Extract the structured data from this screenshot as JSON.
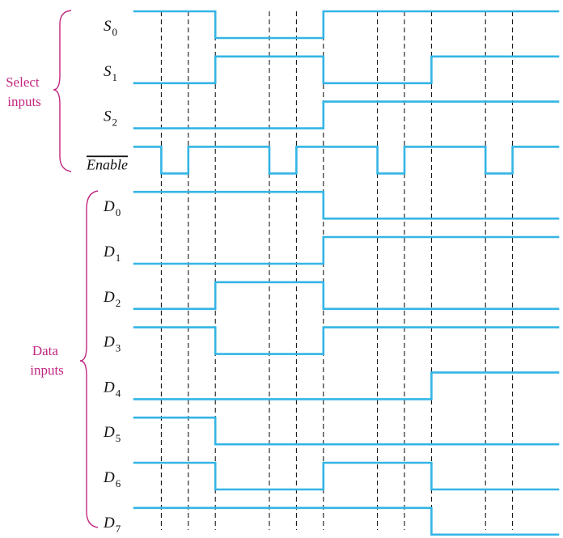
{
  "group_labels": {
    "select": [
      "Select",
      "inputs"
    ],
    "data": [
      "Data",
      "inputs"
    ]
  },
  "colors": {
    "waveform": "#33b5e5",
    "group_label": "#c2267f",
    "guide_lines": "#000000"
  },
  "signals": [
    {
      "id": "S0",
      "base": "S",
      "sub": "0",
      "group": "select",
      "transitions": [
        {
          "at": "start",
          "level": 1
        },
        {
          "at": 3,
          "level": 0
        },
        {
          "at": 7,
          "level": 1
        }
      ]
    },
    {
      "id": "S1",
      "base": "S",
      "sub": "1",
      "group": "select",
      "transitions": [
        {
          "at": "start",
          "level": 0
        },
        {
          "at": 3,
          "level": 1
        },
        {
          "at": 7,
          "level": 0
        },
        {
          "at": 11,
          "level": 1
        }
      ]
    },
    {
      "id": "S2",
      "base": "S",
      "sub": "2",
      "group": "select",
      "transitions": [
        {
          "at": "start",
          "level": 0
        },
        {
          "at": 7,
          "level": 1
        }
      ]
    },
    {
      "id": "Enable",
      "base": "Enable",
      "sub": "",
      "overline": true,
      "group": "select",
      "transitions": [
        {
          "at": "start",
          "level": 1
        },
        {
          "at": 1,
          "level": 0
        },
        {
          "at": 2,
          "level": 1
        },
        {
          "at": 5,
          "level": 0
        },
        {
          "at": 6,
          "level": 1
        },
        {
          "at": 9,
          "level": 0
        },
        {
          "at": 10,
          "level": 1
        },
        {
          "at": 13,
          "level": 0
        },
        {
          "at": 14,
          "level": 1
        }
      ]
    },
    {
      "id": "D0",
      "base": "D",
      "sub": "0",
      "group": "data",
      "transitions": [
        {
          "at": "start",
          "level": 1
        },
        {
          "at": 7,
          "level": 0
        }
      ]
    },
    {
      "id": "D1",
      "base": "D",
      "sub": "1",
      "group": "data",
      "transitions": [
        {
          "at": "start",
          "level": 0
        },
        {
          "at": 7,
          "level": 1
        }
      ]
    },
    {
      "id": "D2",
      "base": "D",
      "sub": "2",
      "group": "data",
      "transitions": [
        {
          "at": "start",
          "level": 0
        },
        {
          "at": 3,
          "level": 1
        },
        {
          "at": 7,
          "level": 0
        }
      ]
    },
    {
      "id": "D3",
      "base": "D",
      "sub": "3",
      "group": "data",
      "transitions": [
        {
          "at": "start",
          "level": 1
        },
        {
          "at": 3,
          "level": 0
        },
        {
          "at": 7,
          "level": 1
        }
      ]
    },
    {
      "id": "D4",
      "base": "D",
      "sub": "4",
      "group": "data",
      "transitions": [
        {
          "at": "start",
          "level": 0
        },
        {
          "at": 11,
          "level": 1
        }
      ]
    },
    {
      "id": "D5",
      "base": "D",
      "sub": "5",
      "group": "data",
      "transitions": [
        {
          "at": "start",
          "level": 1
        },
        {
          "at": 3,
          "level": 0
        }
      ]
    },
    {
      "id": "D6",
      "base": "D",
      "sub": "6",
      "group": "data",
      "transitions": [
        {
          "at": "start",
          "level": 1
        },
        {
          "at": 3,
          "level": 0
        },
        {
          "at": 7,
          "level": 1
        },
        {
          "at": 11,
          "level": 0
        }
      ]
    },
    {
      "id": "D7",
      "base": "D",
      "sub": "7",
      "group": "data",
      "transitions": [
        {
          "at": "start",
          "level": 1
        },
        {
          "at": 11,
          "level": 0
        }
      ]
    }
  ],
  "guide_edges": [
    1,
    2,
    3,
    5,
    6,
    7,
    9,
    10,
    11,
    13,
    14
  ]
}
